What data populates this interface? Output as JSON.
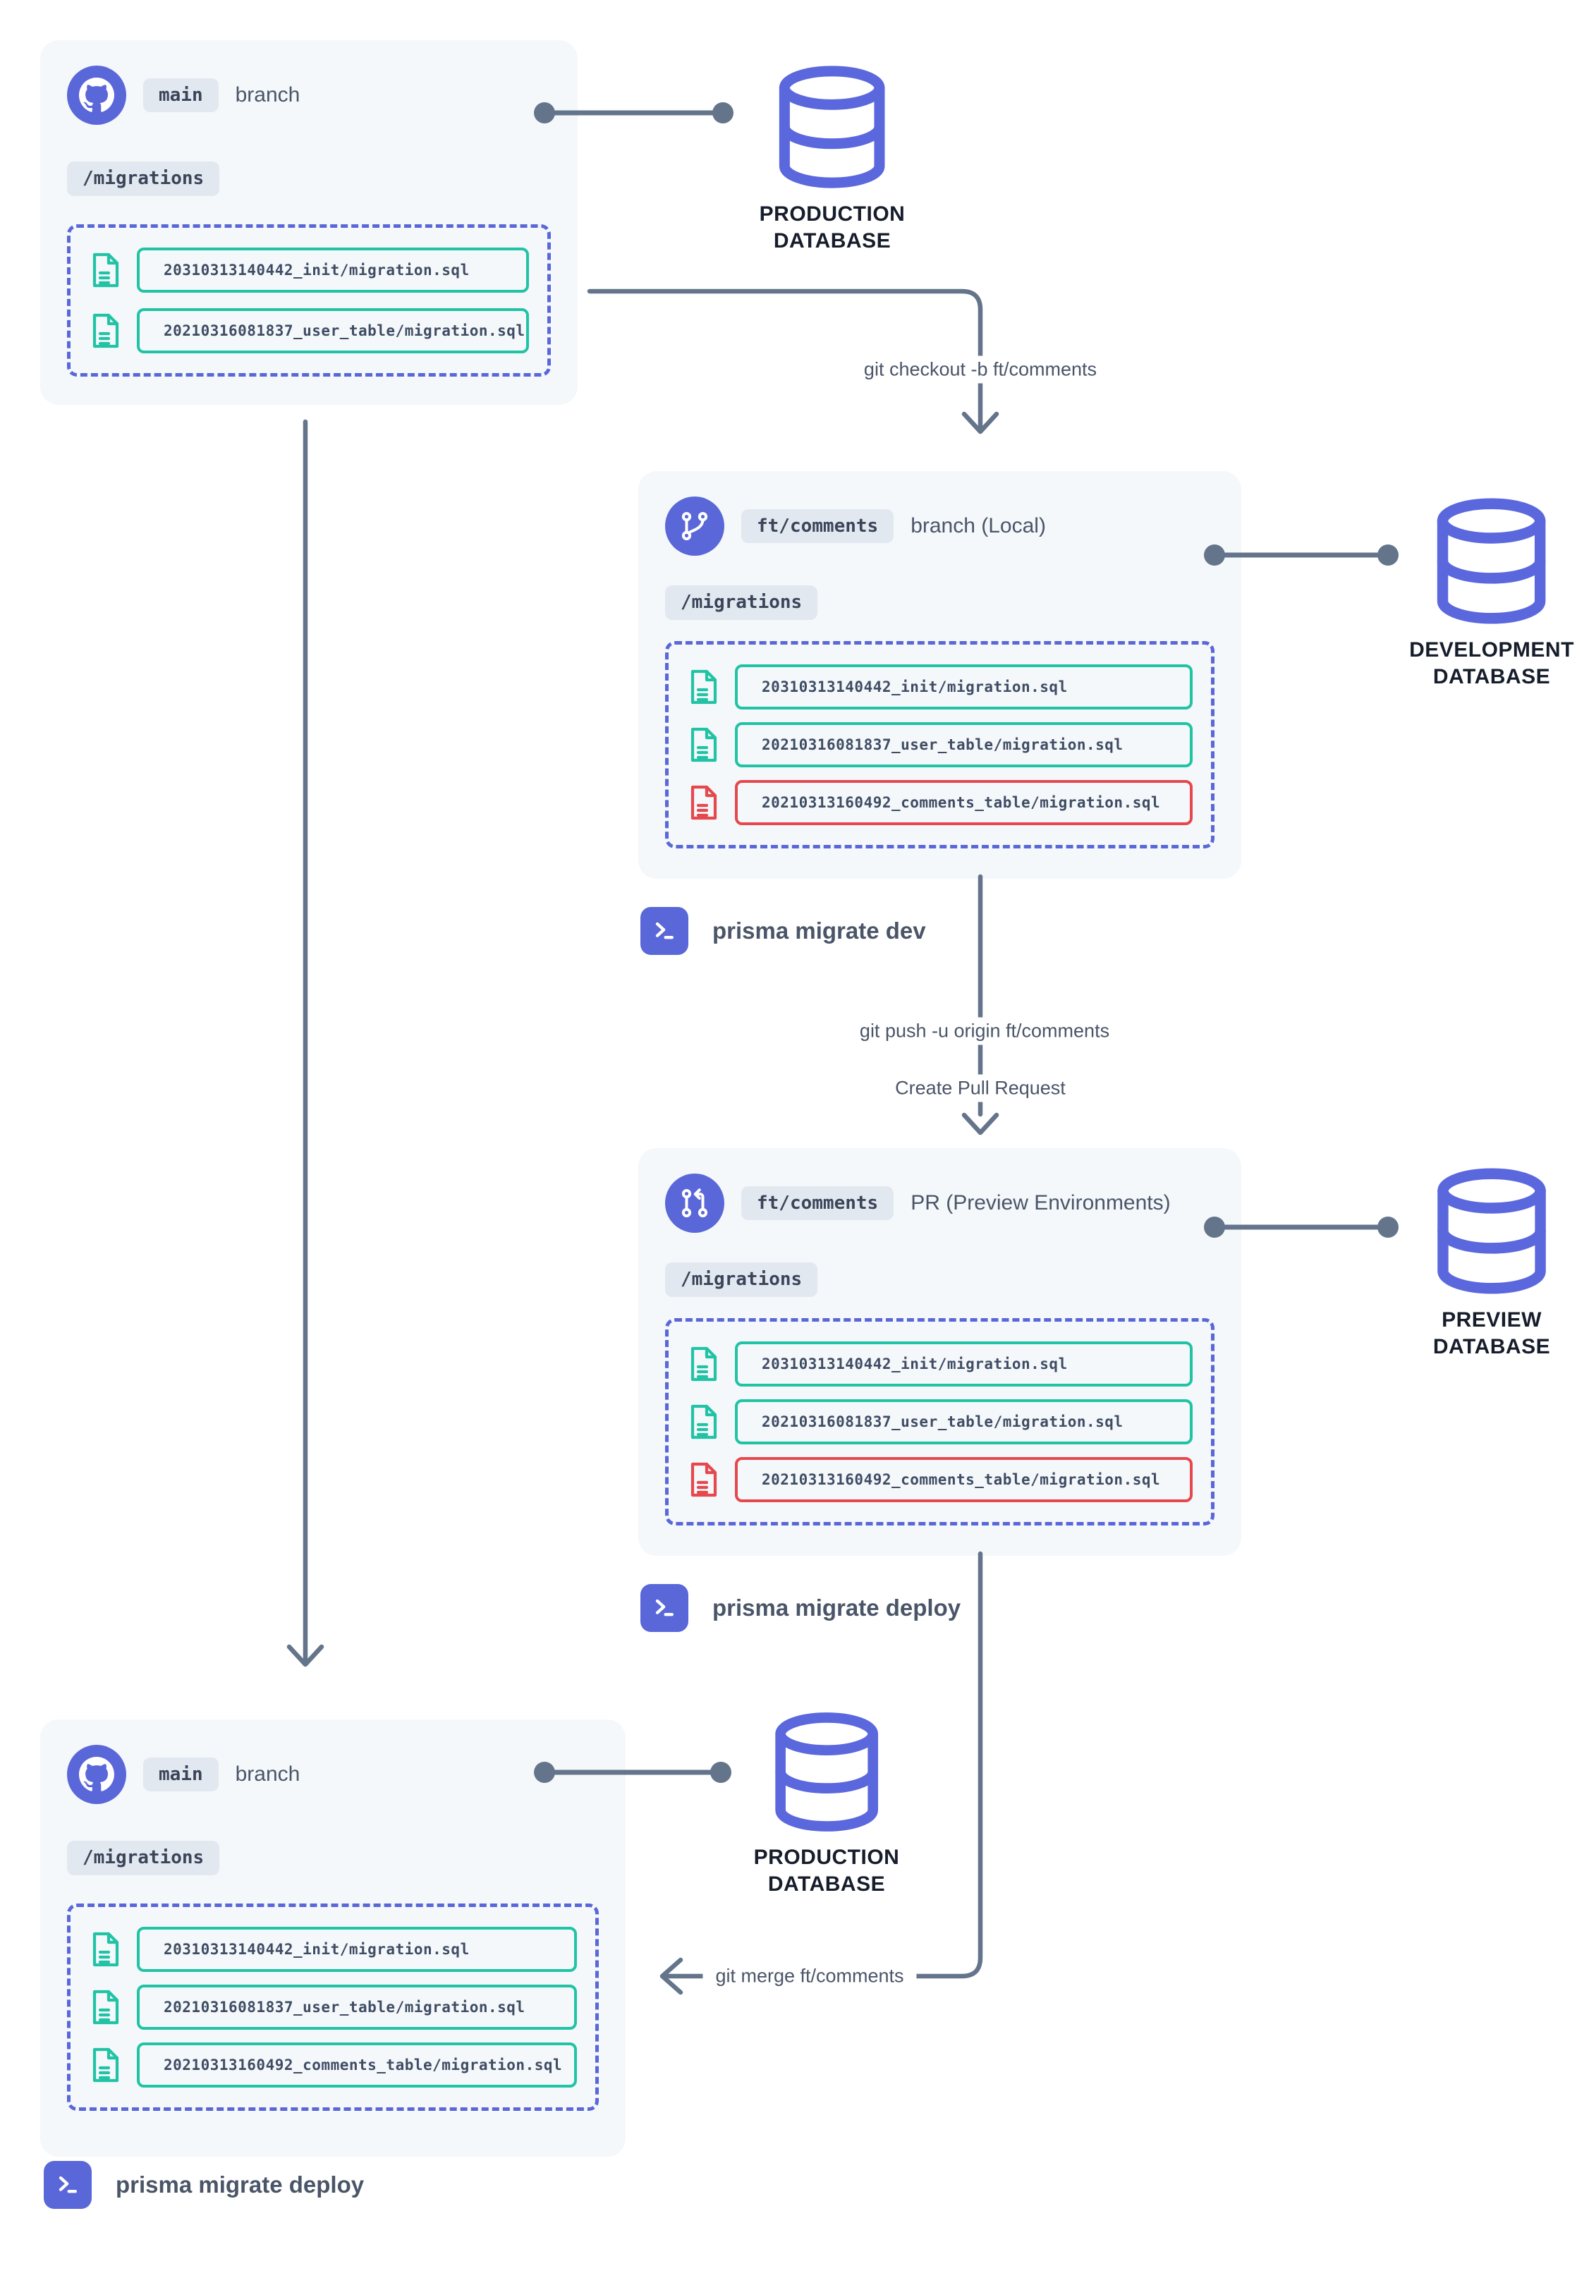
{
  "colors": {
    "accent_indigo": "#5a67d8",
    "database_indigo": "#5b68dd",
    "teal": "#22c3a5",
    "red": "#e5484d",
    "connector_gray": "#64748b",
    "box_bg": "#f4f8fb",
    "badge_bg": "#e2e8f0",
    "text_dark": "#3f4c63",
    "db_label": "#161d2b"
  },
  "icons": {
    "github-icon": "github octocat mark in indigo circle",
    "git-branch-icon": "git branch glyph in indigo circle",
    "git-pull-request-icon": "git pull request arrow glyph in indigo circle",
    "terminal-icon": "white >_ prompt on indigo rounded square",
    "database-icon": "indigo outline database cylinder",
    "file-icon": "document with folded corner and text lines",
    "arrow-icon": "open chevron arrowhead",
    "connector-dot": "round endpoint dot"
  },
  "boxes": {
    "main_top": {
      "badge": "main",
      "label": "branch",
      "dir": "/migrations",
      "files": [
        {
          "name": "20310313140442_init/migration.sql",
          "status": "applied"
        },
        {
          "name": "20210316081837_user_table/migration.sql",
          "status": "applied"
        }
      ]
    },
    "feature": {
      "badge": "ft/comments",
      "label": "branch (Local)",
      "dir": "/migrations",
      "files": [
        {
          "name": "20310313140442_init/migration.sql",
          "status": "applied"
        },
        {
          "name": "20210316081837_user_table/migration.sql",
          "status": "applied"
        },
        {
          "name": "20210313160492_comments_table/migration.sql",
          "status": "new"
        }
      ]
    },
    "pr": {
      "badge": "ft/comments",
      "label": "PR (Preview Environments)",
      "dir": "/migrations",
      "files": [
        {
          "name": "20310313140442_init/migration.sql",
          "status": "applied"
        },
        {
          "name": "20210316081837_user_table/migration.sql",
          "status": "applied"
        },
        {
          "name": "20210313160492_comments_table/migration.sql",
          "status": "new"
        }
      ]
    },
    "main_bottom": {
      "badge": "main",
      "label": "branch",
      "dir": "/migrations",
      "files": [
        {
          "name": "20310313140442_init/migration.sql",
          "status": "applied"
        },
        {
          "name": "20210316081837_user_table/migration.sql",
          "status": "applied"
        },
        {
          "name": "20210313160492_comments_table/migration.sql",
          "status": "applied"
        }
      ]
    }
  },
  "databases": {
    "production_top": {
      "line1": "PRODUCTION",
      "line2": "DATABASE"
    },
    "development": {
      "line1": "DEVELOPMENT",
      "line2": "DATABASE"
    },
    "preview": {
      "line1": "PREVIEW",
      "line2": "DATABASE"
    },
    "production_bottom": {
      "line1": "PRODUCTION",
      "line2": "DATABASE"
    }
  },
  "commands": {
    "checkout": "git checkout -b ft/comments",
    "push": "git push -u origin ft/comments",
    "create_pr": "Create Pull Request",
    "merge": "git merge ft/comments",
    "migrate_dev": "prisma migrate dev",
    "migrate_deploy": "prisma migrate deploy"
  }
}
